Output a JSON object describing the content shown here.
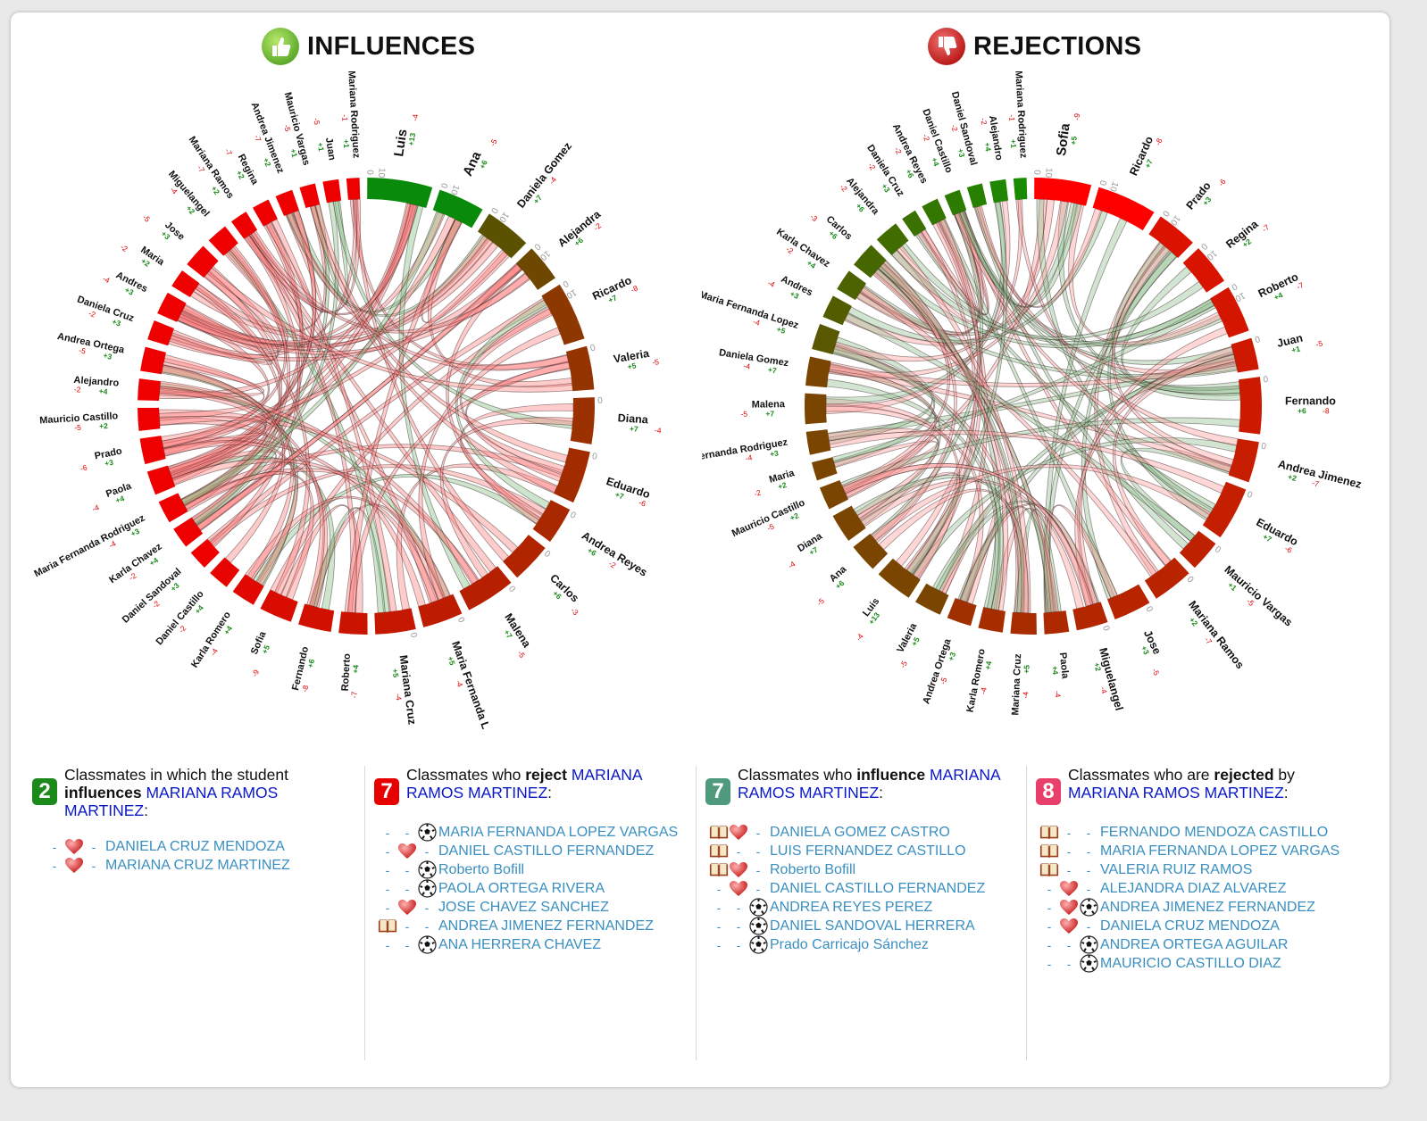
{
  "headers": {
    "influences": {
      "title": "INFLUENCES",
      "icon": "thumbs-up-icon",
      "color": "#7cc63a"
    },
    "rejections": {
      "title": "REJECTIONS",
      "icon": "thumbs-down-icon",
      "color": "#d92b2b"
    }
  },
  "tick_labels": [
    "0",
    "10"
  ],
  "chart_data": [
    {
      "type": "chord",
      "title": "INFLUENCES",
      "nodes": [
        {
          "name": "Luis",
          "pos": "+13",
          "neg": "-4"
        },
        {
          "name": "Ana",
          "pos": "+6",
          "neg": "-5"
        },
        {
          "name": "Daniela Gomez",
          "pos": "+7",
          "neg": "-4"
        },
        {
          "name": "Alejandra",
          "pos": "+6",
          "neg": "-2"
        },
        {
          "name": "Ricardo",
          "pos": "+7",
          "neg": "-8"
        },
        {
          "name": "Valeria",
          "pos": "+5",
          "neg": "-5"
        },
        {
          "name": "Diana",
          "pos": "+7",
          "neg": "-4"
        },
        {
          "name": "Eduardo",
          "pos": "+7",
          "neg": "-6"
        },
        {
          "name": "Andrea Reyes",
          "pos": "+6",
          "neg": "-2"
        },
        {
          "name": "Carlos",
          "pos": "+6",
          "neg": "-3"
        },
        {
          "name": "Malena",
          "pos": "+7",
          "neg": "-5"
        },
        {
          "name": "Maria Fernanda L",
          "pos": "+5",
          "neg": "-4"
        },
        {
          "name": "Mariana Cruz",
          "pos": "+5",
          "neg": "-4"
        },
        {
          "name": "Roberto",
          "pos": "+4",
          "neg": "-7"
        },
        {
          "name": "Fernando",
          "pos": "+6",
          "neg": "-8"
        },
        {
          "name": "Sofia",
          "pos": "+5",
          "neg": "-9"
        },
        {
          "name": "Karla Romero",
          "pos": "+4",
          "neg": "-4"
        },
        {
          "name": "Daniel Castillo",
          "pos": "+4",
          "neg": "-2"
        },
        {
          "name": "Daniel Sandoval",
          "pos": "+3",
          "neg": "-2"
        },
        {
          "name": "Karla Chavez",
          "pos": "+4",
          "neg": "-2"
        },
        {
          "name": "Maria Fernanda Rodriguez",
          "pos": "+3",
          "neg": "-4"
        },
        {
          "name": "Paola",
          "pos": "+4",
          "neg": "-4"
        },
        {
          "name": "Prado",
          "pos": "+3",
          "neg": "-6"
        },
        {
          "name": "Mauricio Castillo",
          "pos": "+2",
          "neg": "-5"
        },
        {
          "name": "Alejandro",
          "pos": "+4",
          "neg": "-2"
        },
        {
          "name": "Andrea Ortega",
          "pos": "+3",
          "neg": "-5"
        },
        {
          "name": "Daniela Cruz",
          "pos": "+3",
          "neg": "-2"
        },
        {
          "name": "Andres",
          "pos": "+3",
          "neg": "-4"
        },
        {
          "name": "Maria",
          "pos": "+2",
          "neg": "-2"
        },
        {
          "name": "Jose",
          "pos": "+3",
          "neg": "-5"
        },
        {
          "name": "Miguelangel",
          "pos": "+2",
          "neg": "-4"
        },
        {
          "name": "Mariana Ramos",
          "pos": "+2",
          "neg": "-7"
        },
        {
          "name": "Regina",
          "pos": "+2",
          "neg": "-7"
        },
        {
          "name": "Andrea Jimenez",
          "pos": "+2",
          "neg": "-7"
        },
        {
          "name": "Mauricio Vargas",
          "pos": "+1",
          "neg": "-5"
        },
        {
          "name": "Juan",
          "pos": "+1",
          "neg": "-5"
        },
        {
          "name": "Mariana Rodriguez",
          "pos": "+1",
          "neg": "-1"
        }
      ],
      "colors": {
        "start": "#0a8a0a",
        "end": "#ee0000",
        "ribbon_main": "#ff8080",
        "ribbon_alt": "#7fbf7f"
      }
    },
    {
      "type": "chord",
      "title": "REJECTIONS",
      "nodes": [
        {
          "name": "Sofia",
          "pos": "+5",
          "neg": "-9"
        },
        {
          "name": "Ricardo",
          "pos": "+7",
          "neg": "-8"
        },
        {
          "name": "Prado",
          "pos": "+3",
          "neg": "-6"
        },
        {
          "name": "Regina",
          "pos": "+2",
          "neg": "-7"
        },
        {
          "name": "Roberto",
          "pos": "+4",
          "neg": "-7"
        },
        {
          "name": "Juan",
          "pos": "+1",
          "neg": "-5"
        },
        {
          "name": "Fernando",
          "pos": "+6",
          "neg": "-8"
        },
        {
          "name": "Andrea Jimenez",
          "pos": "+2",
          "neg": "-7"
        },
        {
          "name": "Eduardo",
          "pos": "+7",
          "neg": "-6"
        },
        {
          "name": "Mauricio Vargas",
          "pos": "+1",
          "neg": "-5"
        },
        {
          "name": "Mariana Ramos",
          "pos": "+2",
          "neg": "-7"
        },
        {
          "name": "Jose",
          "pos": "+3",
          "neg": "-5"
        },
        {
          "name": "Miguelangel",
          "pos": "+2",
          "neg": "-4"
        },
        {
          "name": "Paola",
          "pos": "+4",
          "neg": "-4"
        },
        {
          "name": "Mariana Cruz",
          "pos": "+5",
          "neg": "-4"
        },
        {
          "name": "Karla Romero",
          "pos": "+4",
          "neg": "-4"
        },
        {
          "name": "Andrea Ortega",
          "pos": "+3",
          "neg": "-5"
        },
        {
          "name": "Valeria",
          "pos": "+5",
          "neg": "-5"
        },
        {
          "name": "Luis",
          "pos": "+13",
          "neg": "-4"
        },
        {
          "name": "Ana",
          "pos": "+6",
          "neg": "-5"
        },
        {
          "name": "Diana",
          "pos": "+7",
          "neg": "-4"
        },
        {
          "name": "Mauricio Castillo",
          "pos": "+2",
          "neg": "-5"
        },
        {
          "name": "Maria",
          "pos": "+2",
          "neg": "-2"
        },
        {
          "name": "Maria Fernanda Rodriguez",
          "pos": "+3",
          "neg": "-4"
        },
        {
          "name": "Malena",
          "pos": "+7",
          "neg": "-5"
        },
        {
          "name": "Daniela Gomez",
          "pos": "+7",
          "neg": "-4"
        },
        {
          "name": "Maria Fernanda Lopez",
          "pos": "+5",
          "neg": "-4"
        },
        {
          "name": "Andres",
          "pos": "+3",
          "neg": "-4"
        },
        {
          "name": "Karla Chavez",
          "pos": "+4",
          "neg": "-2"
        },
        {
          "name": "Carlos",
          "pos": "+6",
          "neg": "-3"
        },
        {
          "name": "Alejandra",
          "pos": "+6",
          "neg": "-2"
        },
        {
          "name": "Daniela Cruz",
          "pos": "+3",
          "neg": "-2"
        },
        {
          "name": "Andrea Reyes",
          "pos": "+6",
          "neg": "-2"
        },
        {
          "name": "Daniel Castillo",
          "pos": "+4",
          "neg": "-2"
        },
        {
          "name": "Daniel Sandoval",
          "pos": "+3",
          "neg": "-2"
        },
        {
          "name": "Alejandro",
          "pos": "+4",
          "neg": "-2"
        },
        {
          "name": "Mariana Rodriguez",
          "pos": "+1",
          "neg": "-1"
        }
      ],
      "colors": {
        "start": "#ff0000",
        "end": "#0a8a0a",
        "ribbon_main": "#ff9a9a",
        "ribbon_alt": "#8fbf8f"
      }
    }
  ],
  "columns": [
    {
      "badge": "2",
      "badge_color": "#1b8a1b",
      "title_pre": "Classmates in which the student ",
      "title_bold": "influences",
      "title_mid": " ",
      "student": "MARIANA RAMOS MARTINEZ",
      "title_post": ":",
      "items": [
        {
          "icons": [
            "-",
            "heart",
            "-"
          ],
          "name": "DANIELA CRUZ MENDOZA"
        },
        {
          "icons": [
            "-",
            "heart",
            "-"
          ],
          "name": "MARIANA CRUZ MARTINEZ"
        }
      ]
    },
    {
      "badge": "7",
      "badge_color": "#e60000",
      "title_pre": "Classmates who ",
      "title_bold": "reject",
      "title_mid": " ",
      "student": "MARIANA RAMOS MARTINEZ",
      "title_post": ":",
      "items": [
        {
          "icons": [
            "-",
            "-",
            "ball"
          ],
          "name": "MARIA FERNANDA LOPEZ VARGAS"
        },
        {
          "icons": [
            "-",
            "heart",
            "-"
          ],
          "name": "DANIEL CASTILLO FERNANDEZ"
        },
        {
          "icons": [
            "-",
            "-",
            "ball"
          ],
          "name": "Roberto Bofill"
        },
        {
          "icons": [
            "-",
            "-",
            "ball"
          ],
          "name": "PAOLA ORTEGA RIVERA"
        },
        {
          "icons": [
            "-",
            "heart",
            "-"
          ],
          "name": "JOSE CHAVEZ SANCHEZ"
        },
        {
          "icons": [
            "book",
            "-",
            "-"
          ],
          "name": "ANDREA JIMENEZ FERNANDEZ"
        },
        {
          "icons": [
            "-",
            "-",
            "ball"
          ],
          "name": "ANA HERRERA CHAVEZ"
        }
      ]
    },
    {
      "badge": "7",
      "badge_color": "#4f9a7c",
      "title_pre": "Classmates who ",
      "title_bold": "influence",
      "title_mid": " ",
      "student": "MARIANA RAMOS MARTINEZ",
      "title_post": ":",
      "items": [
        {
          "icons": [
            "book",
            "heart",
            "-"
          ],
          "name": "DANIELA GOMEZ CASTRO"
        },
        {
          "icons": [
            "book",
            "-",
            "-"
          ],
          "name": "LUIS FERNANDEZ CASTILLO"
        },
        {
          "icons": [
            "book",
            "heart",
            "-"
          ],
          "name": "Roberto Bofill"
        },
        {
          "icons": [
            "-",
            "heart",
            "-"
          ],
          "name": "DANIEL CASTILLO FERNANDEZ"
        },
        {
          "icons": [
            "-",
            "-",
            "ball"
          ],
          "name": "ANDREA REYES PEREZ"
        },
        {
          "icons": [
            "-",
            "-",
            "ball"
          ],
          "name": "DANIEL SANDOVAL HERRERA"
        },
        {
          "icons": [
            "-",
            "-",
            "ball"
          ],
          "name": "Prado Carricajo Sánchez"
        }
      ]
    },
    {
      "badge": "8",
      "badge_color": "#e8406a",
      "title_pre": "Classmates who are ",
      "title_bold": "rejected",
      "title_mid": " by ",
      "student": "MARIANA RAMOS MARTINEZ",
      "title_post": ":",
      "items": [
        {
          "icons": [
            "book",
            "-",
            "-"
          ],
          "name": "FERNANDO MENDOZA CASTILLO"
        },
        {
          "icons": [
            "book",
            "-",
            "-"
          ],
          "name": "MARIA FERNANDA LOPEZ VARGAS"
        },
        {
          "icons": [
            "book",
            "-",
            "-"
          ],
          "name": "VALERIA RUIZ RAMOS"
        },
        {
          "icons": [
            "-",
            "heart",
            "-"
          ],
          "name": "ALEJANDRA DIAZ ALVAREZ"
        },
        {
          "icons": [
            "-",
            "heart",
            "ball"
          ],
          "name": "ANDREA JIMENEZ FERNANDEZ"
        },
        {
          "icons": [
            "-",
            "heart",
            "-"
          ],
          "name": "DANIELA CRUZ MENDOZA"
        },
        {
          "icons": [
            "-",
            "-",
            "ball"
          ],
          "name": "ANDREA ORTEGA AGUILAR"
        },
        {
          "icons": [
            "-",
            "-",
            "ball"
          ],
          "name": "MAURICIO CASTILLO DIAZ"
        }
      ]
    }
  ]
}
